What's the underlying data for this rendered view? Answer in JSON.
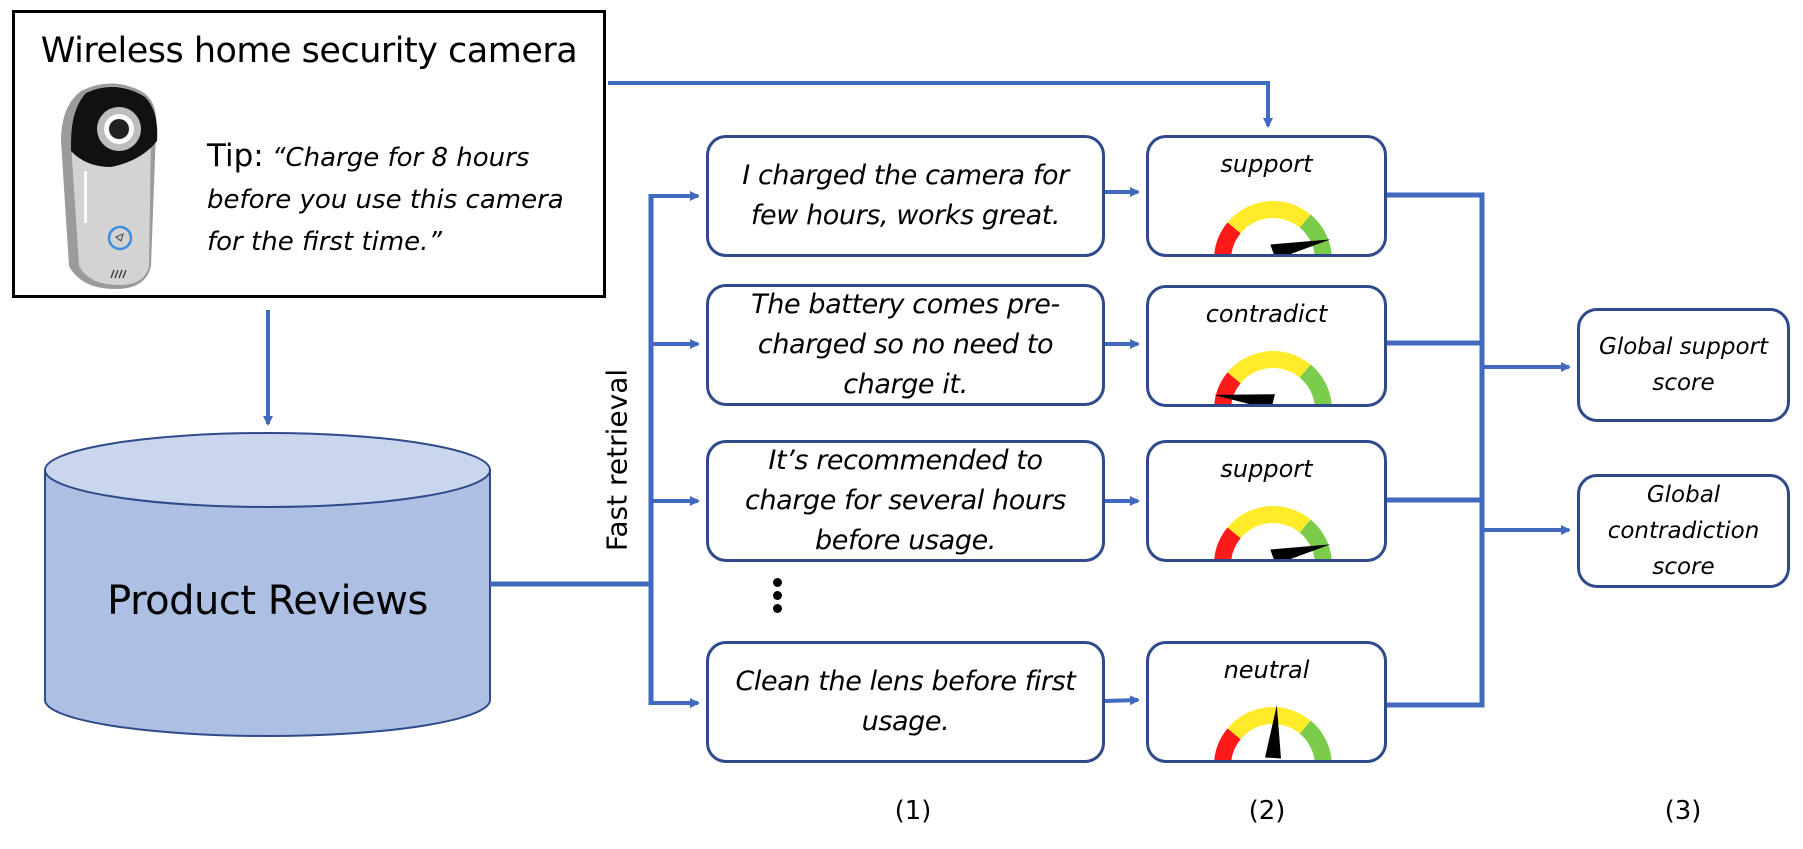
{
  "product_card": {
    "title": "Wireless home security camera",
    "tip_label": "Tip:",
    "tip_text": "“Charge for 8 hours before you use this camera for the first time.”",
    "image": "security-camera-illustration"
  },
  "database": {
    "label": "Product Reviews",
    "icon": "database-cylinder"
  },
  "retrieval_label": "Fast retrieval",
  "reviews": [
    {
      "text": "I charged the camera for few hours, works great."
    },
    {
      "text": "The battery comes pre-charged so no need to charge it."
    },
    {
      "text": "It’s recommended to charge for several hours before usage."
    },
    {
      "text": "Clean the lens before first usage."
    }
  ],
  "ellipsis": "⋮",
  "gauges": [
    {
      "label": "support",
      "needle_value": 0.89
    },
    {
      "label": "contradict",
      "needle_value": 0.08
    },
    {
      "label": "support",
      "needle_value": 0.89
    },
    {
      "label": "neutral",
      "needle_value": 0.52
    }
  ],
  "gauge_colors": {
    "red": "#ff1a1a",
    "yellow": "#ffeb2a",
    "green": "#7ccc4c",
    "needle": "#000000"
  },
  "outputs": [
    {
      "text": "Global support score"
    },
    {
      "text": "Global contradiction score"
    }
  ],
  "step_labels": [
    "(1)",
    "(2)",
    "(3)"
  ],
  "colors": {
    "connector": "#4169c0",
    "box_border": "#2f4a8a",
    "db_fill": "#adbfe2",
    "db_top": "#cad6ee"
  }
}
